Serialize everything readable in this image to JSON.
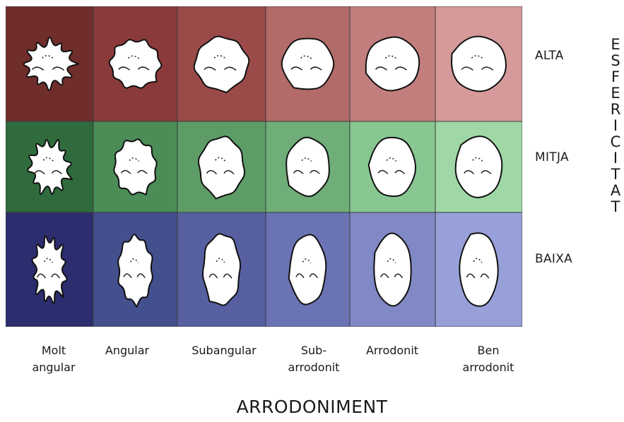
{
  "columns": [
    "Molt\nangular",
    "Angular",
    "Subangular",
    "Sub-\narrodonit",
    "Arrodonit",
    "Ben\narrodonit"
  ],
  "rows": [
    {
      "label": "ALTA",
      "colors": [
        "#6f2d2b",
        "#8b3a3b",
        "#9a4a49",
        "#b36b69",
        "#c27e7d",
        "#d59a99"
      ]
    },
    {
      "label": "MITJA",
      "colors": [
        "#2f6b3d",
        "#4b8c57",
        "#5e9c67",
        "#6fad79",
        "#88c792",
        "#9fd8a6"
      ]
    },
    {
      "label": "BAIXA",
      "colors": [
        "#2c2d6e",
        "#444f8e",
        "#5660a0",
        "#6a73b3",
        "#8088c5",
        "#97a0d8"
      ]
    }
  ],
  "y_axis_title": "ESFERICITAT",
  "x_axis_title": "ARRODONIMENT"
}
